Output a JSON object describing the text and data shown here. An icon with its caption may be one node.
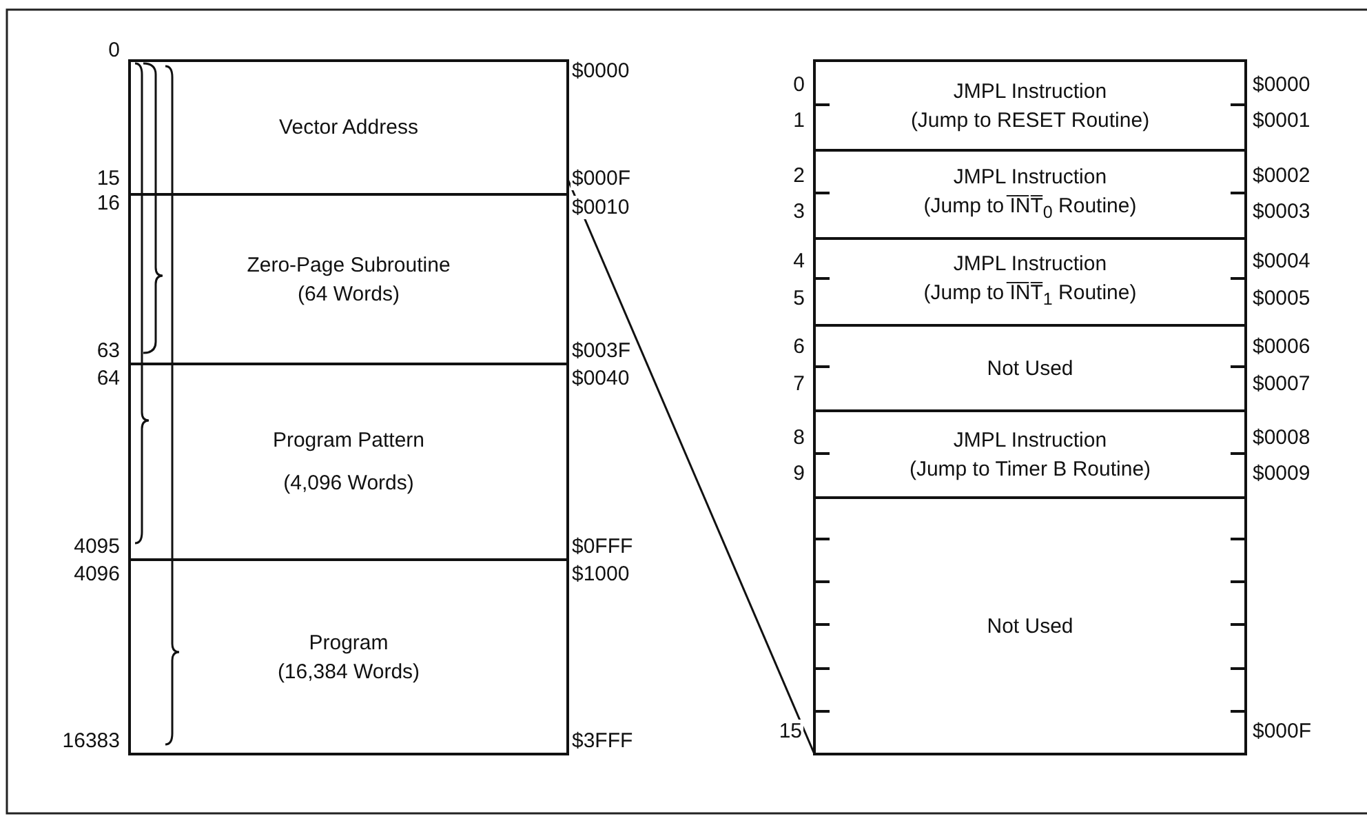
{
  "diagram": {
    "nodes": [
      {
        "text": [],
        "shape": "box"
      },
      {
        "text": [
          "Vector Address"
        ],
        "in": 0
      },
      {
        "text": [
          "Zero-Page Subroutine",
          "(64 Words)"
        ],
        "in": 0
      },
      {
        "text": [
          "Program Pattern",
          "(4,096 Words)"
        ],
        "in": 0
      },
      {
        "text": [
          "Program",
          "(16,384 Words)"
        ],
        "in": 0
      },
      {
        "text": [],
        "shape": "box"
      },
      {
        "text": [
          "JMPL Instruction",
          "(Jump to RESET Routine)"
        ],
        "in": 5
      },
      {
        "text": [
          "JMPL Instruction",
          "(Jump to I̅N̅T̅$_{0}$ Routine)"
        ],
        "in": 5
      },
      {
        "text": [
          "JMPL Instruction",
          "(Jump to I̅N̅T̅$_{1}$ Routine)"
        ],
        "in": 5
      },
      {
        "text": [
          "Not Used"
        ],
        "in": 5
      },
      {
        "text": [
          "JMPL Instruction",
          "(Jump to Timer B Routine)"
        ],
        "in": 5
      },
      {
        "text": [
          "Not Used"
        ],
        "in": 5
      }
    ],
    "edges": [
      {
        "from": 1,
        "to": 5,
        "arrow": "none"
      }
    ],
    "labels": [
      "0",
      "$0000",
      "15",
      "$000F",
      "16",
      "$0010",
      "63",
      "$003F",
      "64",
      "$0040",
      "4095",
      "$0FFF",
      "4096",
      "$1000",
      "16383",
      "$3FFF",
      "0",
      "$0000",
      "1",
      "$0001",
      "2",
      "$0002",
      "3",
      "$0003",
      "4",
      "$0004",
      "5",
      "$0005",
      "6",
      "$0006",
      "7",
      "$0007",
      "8",
      "$0008",
      "9",
      "$0009",
      "15",
      "$000F"
    ]
  }
}
